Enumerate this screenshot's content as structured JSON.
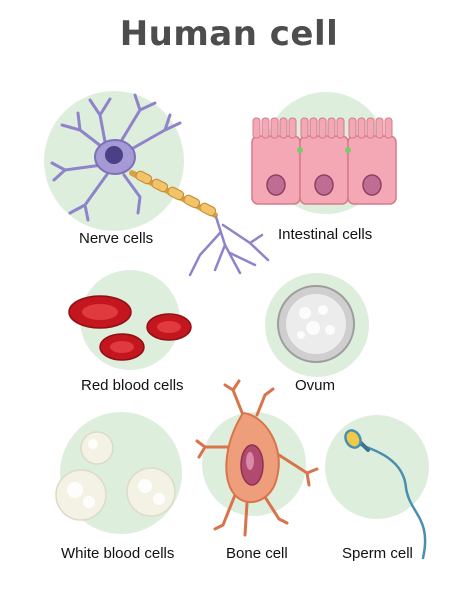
{
  "title": "Human cell",
  "cells": {
    "nerve": {
      "label": "Nerve cells"
    },
    "intestinal": {
      "label": "Intestinal cells"
    },
    "red_blood": {
      "label": "Red blood cells"
    },
    "ovum": {
      "label": "Ovum"
    },
    "white_blood": {
      "label": "White blood cells"
    },
    "bone": {
      "label": "Bone cell"
    },
    "sperm": {
      "label": "Sperm cell"
    }
  },
  "colors": {
    "background_circle": "#deeedd",
    "nerve": "#a59ad6",
    "intestinal": "#f4a7b4",
    "red_blood": "#c3161e",
    "ovum": "#d9d9d9",
    "white_blood": "#f3f2e4",
    "bone": "#ef9e7c",
    "sperm": "#4a8fae"
  }
}
